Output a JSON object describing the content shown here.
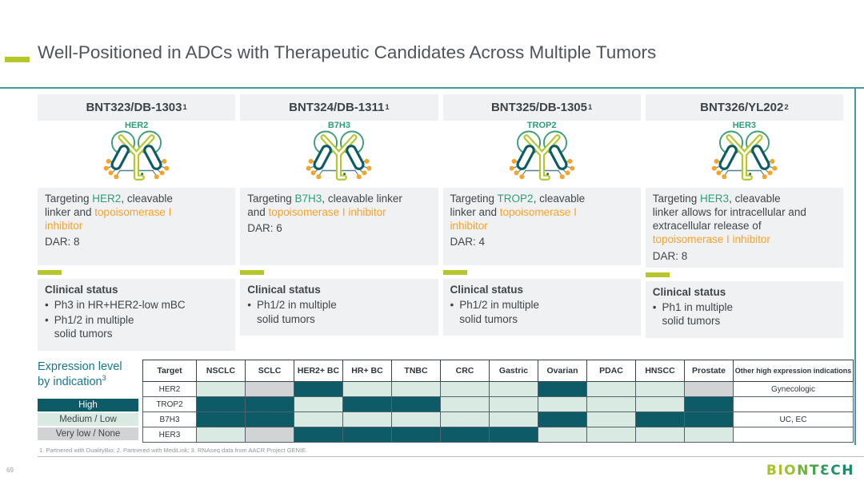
{
  "slide": {
    "title": "Well-Positioned in ADCs with Therapeutic Candidates Across Multiple Tumors",
    "page_number": "69",
    "footnote": "1. Partnered with DualityBio; 2. Partnered with MediLink; 3. RNAseq data from AACR Project GENIE.",
    "logo_text": "BIONTƐCH"
  },
  "candidates": [
    {
      "name": "BNT323/DB-1303",
      "sup": "1",
      "target": "HER2",
      "desc": [
        [
          "Targeting ",
          "n"
        ],
        [
          "HER2",
          "t"
        ],
        [
          ", cleavable\nlinker and ",
          "n"
        ],
        [
          "topoisomerase I\ninhibitor",
          "p"
        ]
      ],
      "dar": "DAR: 8",
      "status_title": "Clinical status",
      "bullets": [
        "Ph3 in HR+HER2-low mBC",
        "Ph1/2 in multiple\nsolid tumors"
      ]
    },
    {
      "name": "BNT324/DB-1311",
      "sup": "1",
      "target": "B7H3",
      "desc": [
        [
          "Targeting ",
          "n"
        ],
        [
          "B7H3",
          "t"
        ],
        [
          ", cleavable linker\nand ",
          "n"
        ],
        [
          "topoisomerase I inhibitor",
          "p"
        ]
      ],
      "dar": "DAR: 6",
      "status_title": "Clinical status",
      "bullets": [
        "Ph1/2 in multiple\nsolid tumors"
      ]
    },
    {
      "name": "BNT325/DB-1305",
      "sup": "1",
      "target": "TROP2",
      "desc": [
        [
          "Targeting ",
          "n"
        ],
        [
          "TROP2",
          "t"
        ],
        [
          ", cleavable\nlinker and ",
          "n"
        ],
        [
          "topoisomerase I\ninhibitor",
          "p"
        ]
      ],
      "dar": "DAR: 4",
      "status_title": "Clinical status",
      "bullets": [
        "Ph1/2 in multiple\nsolid tumors"
      ]
    },
    {
      "name": "BNT326/YL202",
      "sup": "2",
      "target": "HER3",
      "desc": [
        [
          "Targeting ",
          "n"
        ],
        [
          "HER3",
          "t"
        ],
        [
          ", cleavable\nlinker allows for intracellular and\nextracellular release of\n",
          "n"
        ],
        [
          "topoisomerase I inhibitor",
          "p"
        ]
      ],
      "dar": "DAR: 8",
      "status_title": "Clinical status",
      "bullets": [
        "Ph1 in multiple\nsolid tumors"
      ]
    }
  ],
  "expression": {
    "label": "Expression level\nby indication",
    "label_sup": "3",
    "legend": [
      {
        "label": "High",
        "level": "H"
      },
      {
        "label": "Medium / Low",
        "level": "M"
      },
      {
        "label": "Very low / None",
        "level": "V"
      }
    ],
    "table": {
      "headers": [
        "Target",
        "NSCLC",
        "SCLC",
        "HER2+ BC",
        "HR+ BC",
        "TNBC",
        "CRC",
        "Gastric",
        "Ovarian",
        "PDAC",
        "HNSCC",
        "Prostate",
        "Other high expression indications"
      ],
      "level_names": {
        "H": "High",
        "M": "Medium / Low",
        "V": "Very low / None"
      },
      "rows": [
        {
          "target": "HER2",
          "levels": [
            "M",
            "V",
            "H",
            "M",
            "M",
            "M",
            "M",
            "H",
            "M",
            "M",
            "V"
          ],
          "other": "Gynecologic"
        },
        {
          "target": "TROP2",
          "levels": [
            "H",
            "H",
            "M",
            "H",
            "H",
            "M",
            "M",
            "M",
            "M",
            "M",
            "H"
          ],
          "other": ""
        },
        {
          "target": "B7H3",
          "levels": [
            "H",
            "H",
            "M",
            "M",
            "M",
            "M",
            "M",
            "H",
            "M",
            "H",
            "H"
          ],
          "other": "UC, EC"
        },
        {
          "target": "HER3",
          "levels": [
            "M",
            "V",
            "H",
            "H",
            "H",
            "H",
            "H",
            "M",
            "M",
            "M",
            "M"
          ],
          "other": ""
        }
      ]
    }
  },
  "colors": {
    "accent_lime": "#b5c72b",
    "teal_rule": "#4599a5",
    "high": "#0d5b66",
    "medium_low": "#d9eae2",
    "very_low_none": "#d2d3d4",
    "target_green": "#2d9e77",
    "payload_orange": "#f7a328",
    "expression_label_teal": "#15788c",
    "logo": [
      "#a9c22c",
      "#a9c22c",
      "#9ec032",
      "#72b03d",
      "#45a24d",
      "#2c9a5d",
      "#1f9166",
      "#19896b"
    ]
  }
}
